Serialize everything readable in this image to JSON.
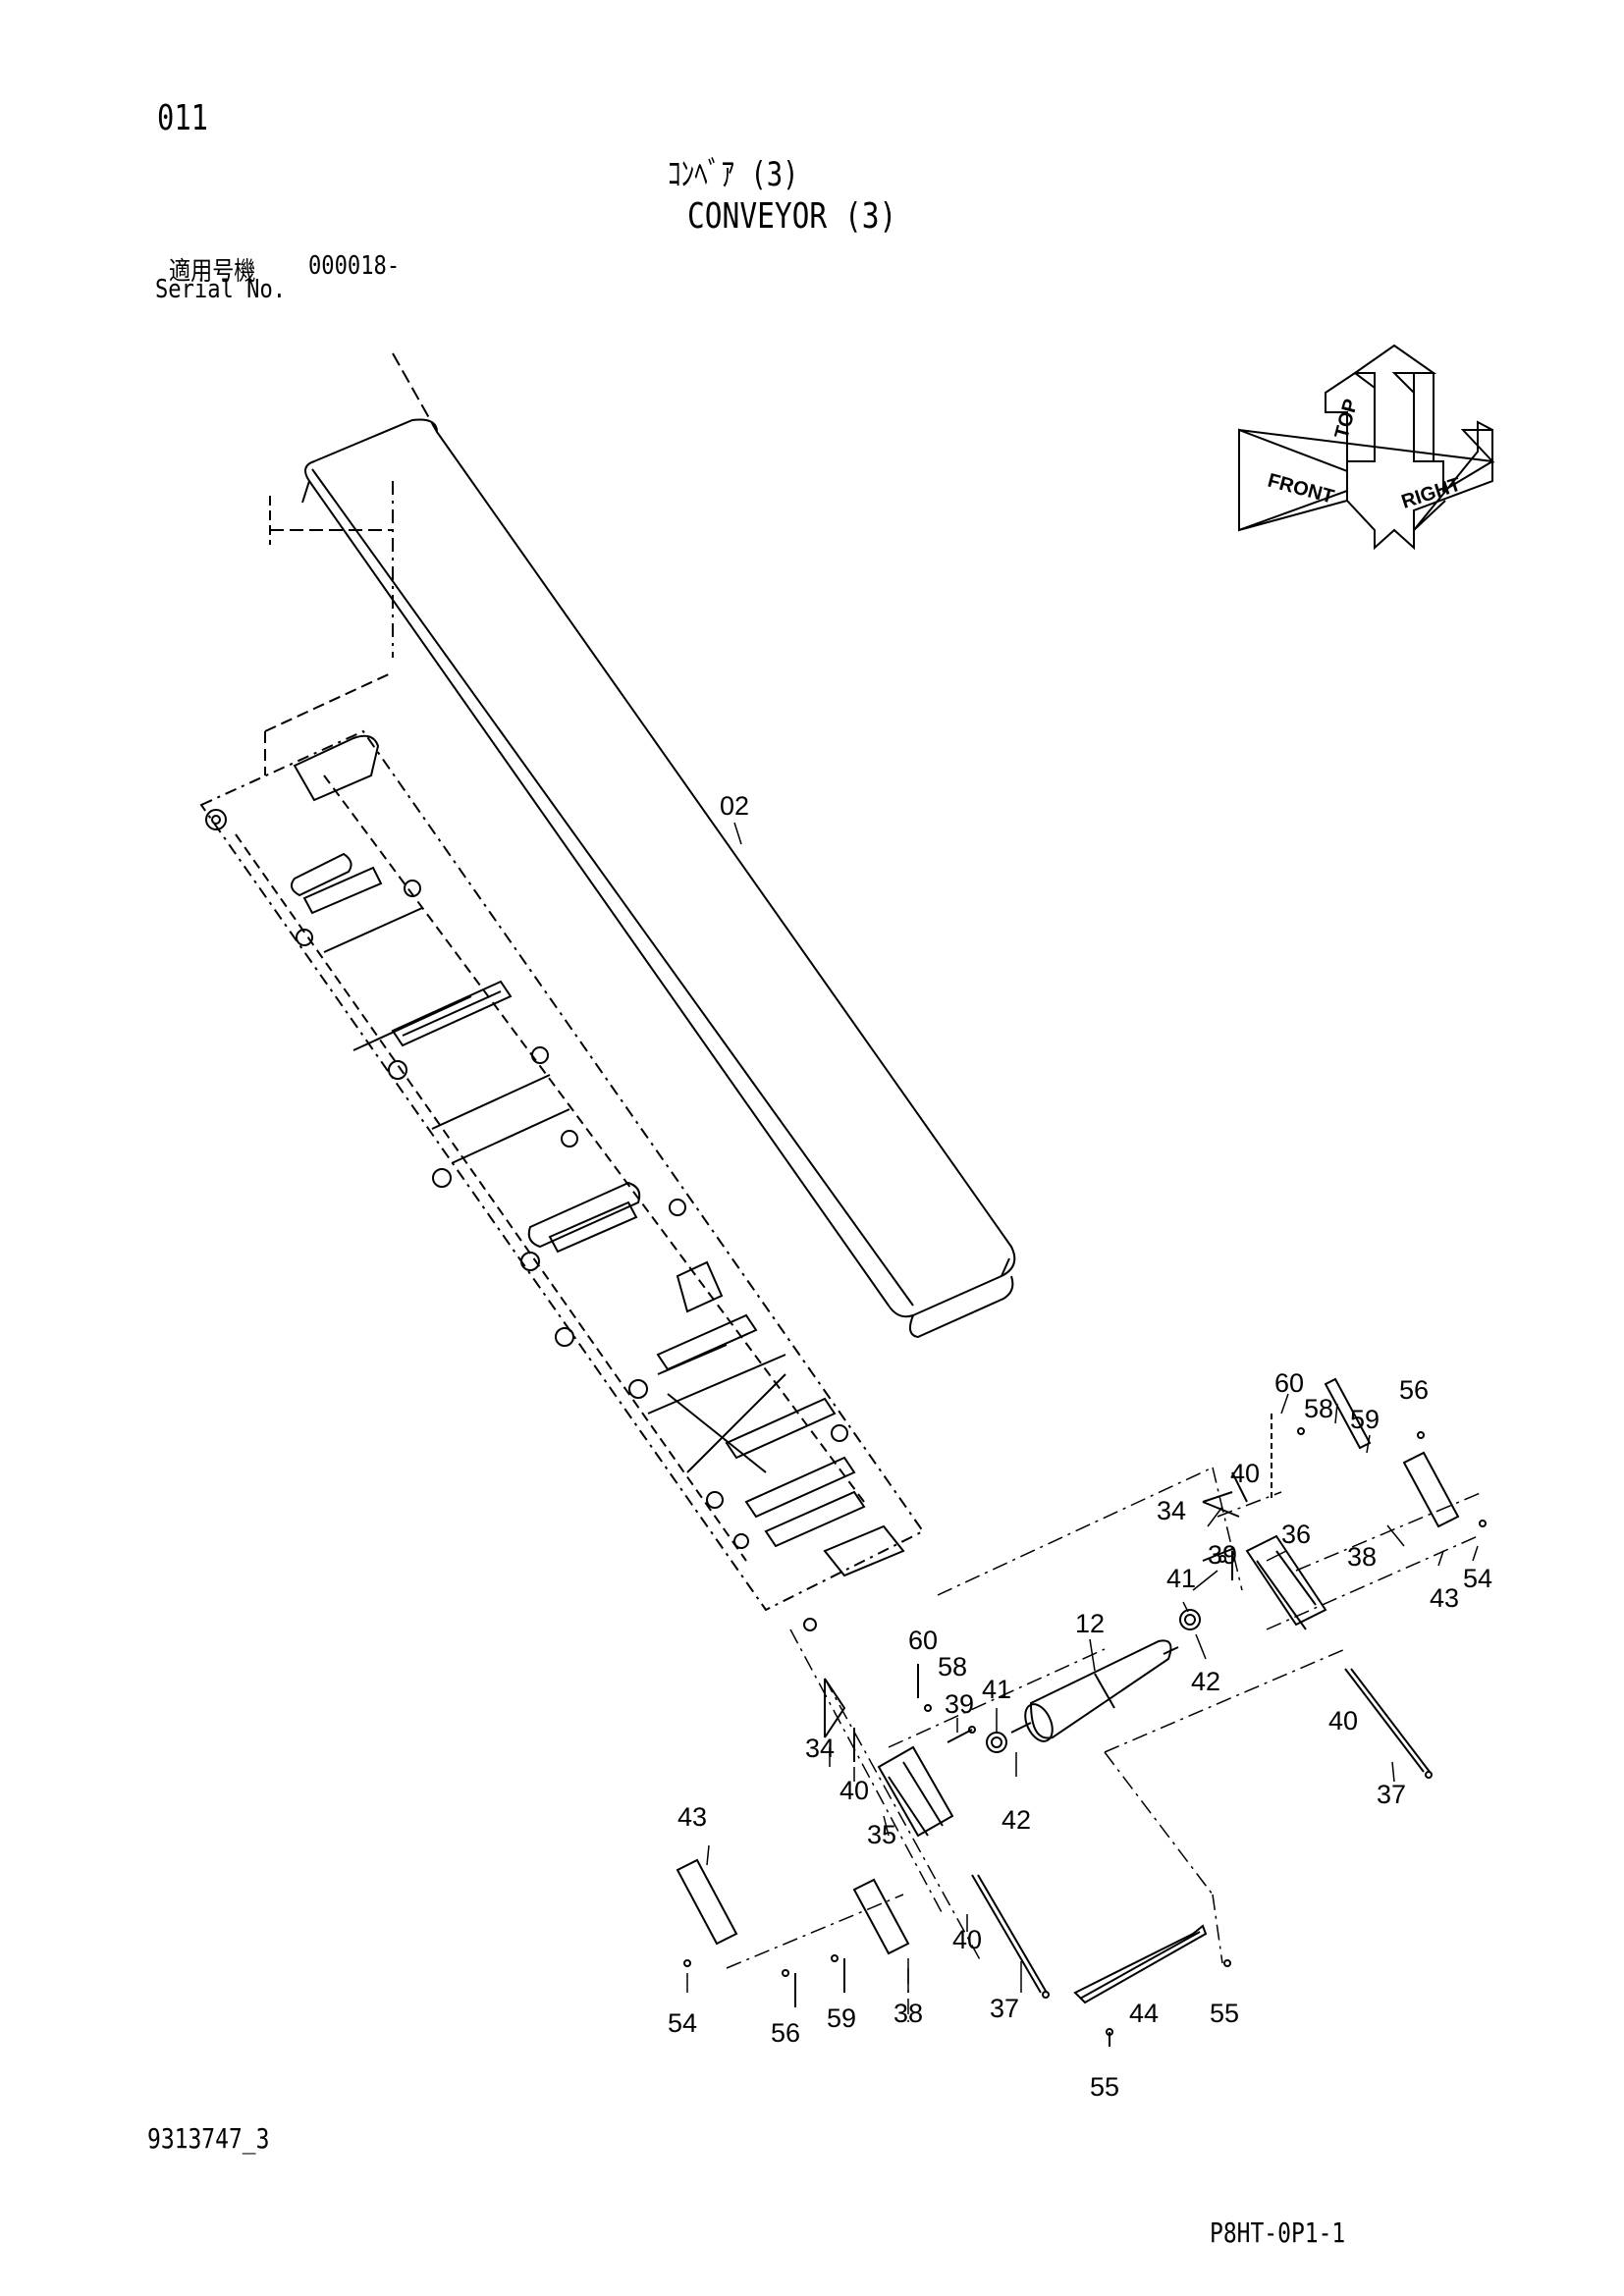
{
  "header": {
    "page_number": "011",
    "title_ja": "ｺﾝﾍﾞｱ (3)",
    "title_en": "CONVEYOR (3)",
    "serial_label_ja": "適用号機",
    "serial_value": "000018-",
    "serial_label_en": "Serial No."
  },
  "orientation_icon": {
    "labels": [
      "TOP",
      "FRONT",
      "RIGHT"
    ]
  },
  "callouts": [
    {
      "id": "c02",
      "label": "02"
    },
    {
      "id": "c60a",
      "label": "60"
    },
    {
      "id": "c58a",
      "label": "58"
    },
    {
      "id": "c56a",
      "label": "56"
    },
    {
      "id": "c59a",
      "label": "59"
    },
    {
      "id": "c40a",
      "label": "40"
    },
    {
      "id": "c34a",
      "label": "34"
    },
    {
      "id": "c36",
      "label": "36"
    },
    {
      "id": "c39a",
      "label": "39"
    },
    {
      "id": "c38a",
      "label": "38"
    },
    {
      "id": "c43a",
      "label": "43"
    },
    {
      "id": "c54a",
      "label": "54"
    },
    {
      "id": "c41a",
      "label": "41"
    },
    {
      "id": "c12",
      "label": "12"
    },
    {
      "id": "c42a",
      "label": "42"
    },
    {
      "id": "c40b",
      "label": "40"
    },
    {
      "id": "c37a",
      "label": "37"
    },
    {
      "id": "c60b",
      "label": "60"
    },
    {
      "id": "c58b",
      "label": "58"
    },
    {
      "id": "c41b",
      "label": "41"
    },
    {
      "id": "c39b",
      "label": "39"
    },
    {
      "id": "c34b",
      "label": "34"
    },
    {
      "id": "c40c",
      "label": "40"
    },
    {
      "id": "c35",
      "label": "35"
    },
    {
      "id": "c42b",
      "label": "42"
    },
    {
      "id": "c43b",
      "label": "43"
    },
    {
      "id": "c40d",
      "label": "40"
    },
    {
      "id": "c54b",
      "label": "54"
    },
    {
      "id": "c56b",
      "label": "56"
    },
    {
      "id": "c59b",
      "label": "59"
    },
    {
      "id": "c38b",
      "label": "38"
    },
    {
      "id": "c37b",
      "label": "37"
    },
    {
      "id": "c44",
      "label": "44"
    },
    {
      "id": "c55a",
      "label": "55"
    },
    {
      "id": "c55b",
      "label": "55"
    }
  ],
  "footer": {
    "drawing_number": "9313747_3",
    "sheet_code": "P8HT-0P1-1"
  }
}
